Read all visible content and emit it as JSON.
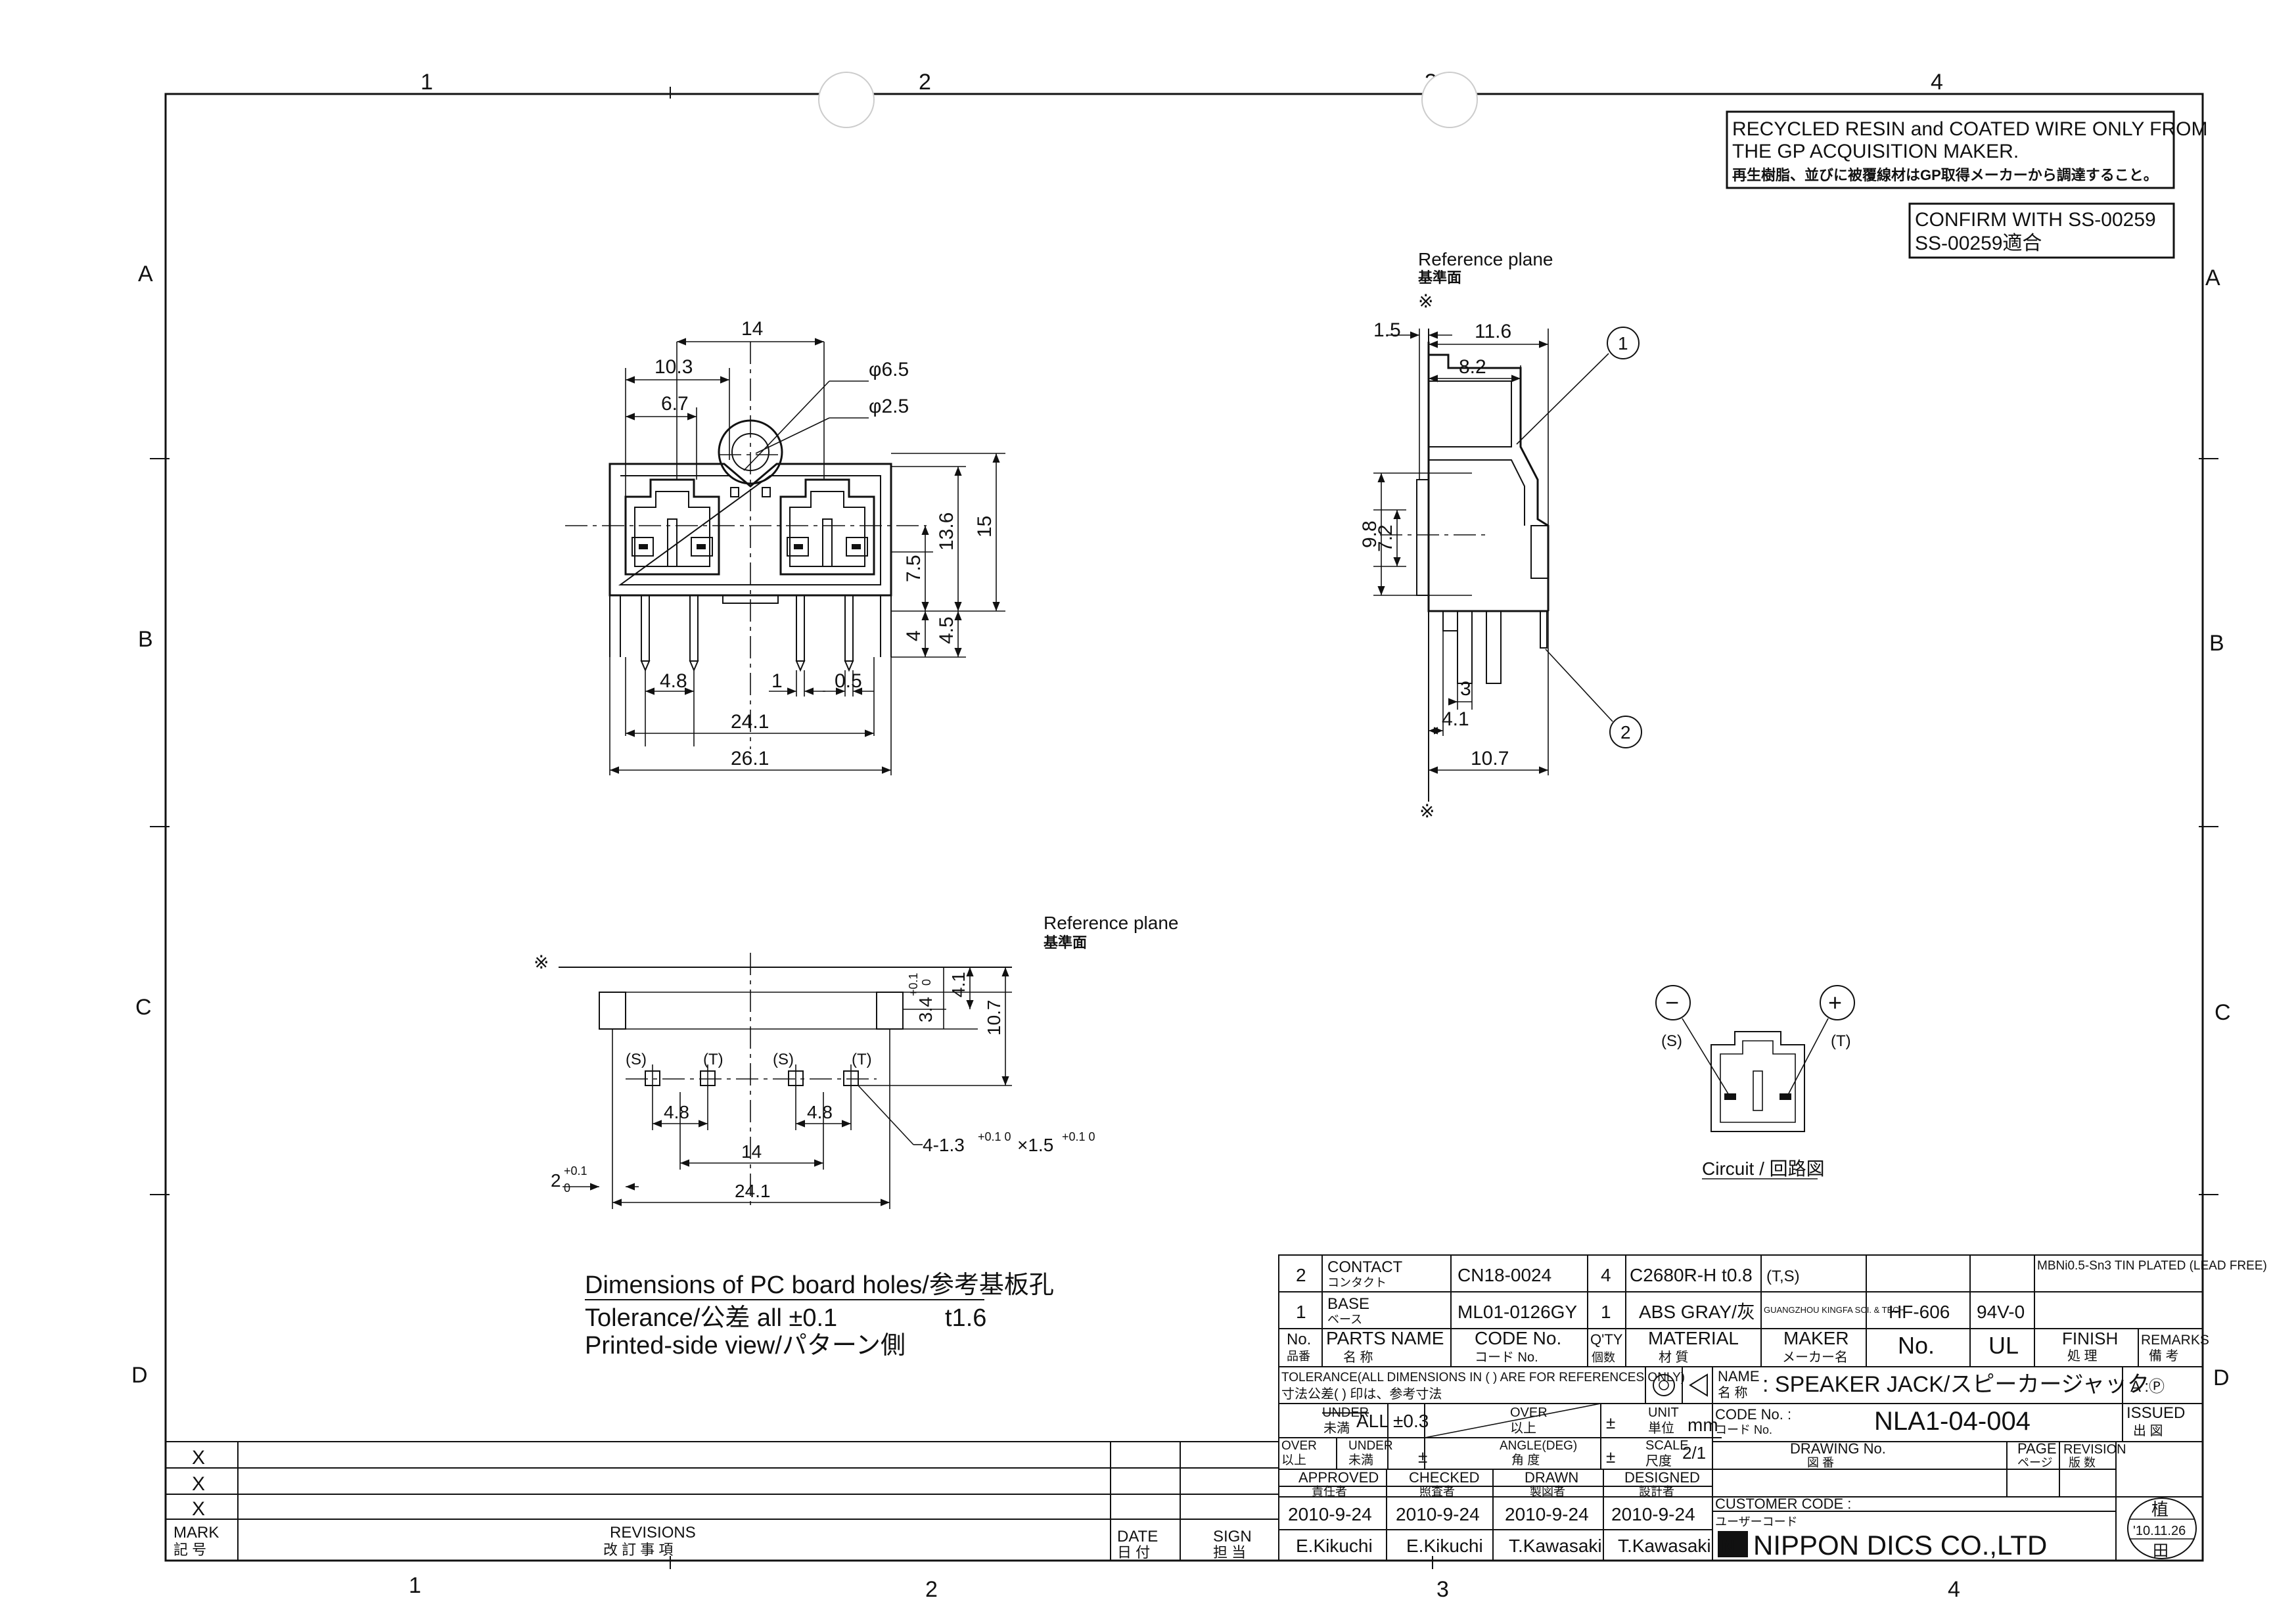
{
  "frame": {
    "zones_top": [
      "1",
      "2",
      "3",
      "4"
    ],
    "zones_bottom": [
      "1",
      "2",
      "3",
      "4"
    ],
    "zones_left": [
      "A",
      "B",
      "C",
      "D"
    ],
    "zones_right": [
      "A",
      "B",
      "C",
      "D"
    ]
  },
  "notes": {
    "recycled_line1": "RECYCLED RESIN and COATED WIRE ONLY FROM",
    "recycled_line2": "THE GP ACQUISITION MAKER.",
    "recycled_line3": "再生樹脂、並びに被覆線材はGP取得メーカーから調達すること。",
    "confirm_line1": "CONFIRM WITH SS-00259",
    "confirm_line2": "SS-00259適合"
  },
  "front_view": {
    "dims": {
      "d14": "14",
      "d10_3": "10.3",
      "d6_7": "6.7",
      "phi6_5": "φ6.5",
      "phi2_5": "φ2.5",
      "d15": "15",
      "d13_6": "13.6",
      "d7_5": "7.5",
      "d4_5": "4.5",
      "d4": "4",
      "d4_8": "4.8",
      "d1": "1",
      "d0_5": "0.5",
      "d24_1": "24.1",
      "d26_1": "26.1"
    }
  },
  "side_view": {
    "reference_plane": "Reference plane",
    "reference_plane_jp": "基準面",
    "mark": "※",
    "dims": {
      "d1_5": "1.5",
      "d11_6": "11.6",
      "d8_2": "8.2",
      "d9_8": "9.8",
      "d7_2": "7.2",
      "d3": "3",
      "d4_1": "4.1",
      "d10_7": "10.7"
    },
    "balloon1": "1",
    "balloon2": "2"
  },
  "pcb_view": {
    "reference_plane": "Reference plane",
    "reference_plane_jp": "基準面",
    "mark": "※",
    "dims": {
      "d3_4": "3.4",
      "d3_4_tol_up": "+0.1",
      "d3_4_tol_dn": "0",
      "d4_1": "4.1",
      "d10_7": "10.7",
      "d4_8a": "4.8",
      "d4_8b": "4.8",
      "d14": "14",
      "d24_1": "24.1",
      "d2": "2",
      "d2_tol_up": "+0.1",
      "d2_tol_dn": "0",
      "holes": "4-1.3",
      "holes_tol": "+0.1 0",
      "holes_b": "×1.5",
      "holes_b_tol": "+0.1 0"
    },
    "pin_labels": [
      "(S)",
      "(T)",
      "(S)",
      "(T)"
    ],
    "title": "Dimensions of PC board holes/参考基板孔",
    "tolerance": "Tolerance/公差 all ±0.1",
    "thickness": "t1.6",
    "printed_side": "Printed-side view/パターン側"
  },
  "circuit": {
    "minus": "−",
    "plus": "+",
    "s": "(S)",
    "t": "(T)",
    "label": "Circuit / 回路図"
  },
  "bom": {
    "rows": [
      {
        "no": "2",
        "part": "CONTACT",
        "part_jp": "コンタクト",
        "code": "CN18-0024",
        "qty": "4",
        "material": "C2680R-H t0.8",
        "maker": "(T,S)",
        "no2": "",
        "ul": "",
        "finish": "MBNi0.5-Sn3 TIN PLATED (LEAD FREE)"
      },
      {
        "no": "1",
        "part": "BASE",
        "part_jp": "ベース",
        "code": "ML01-0126GY",
        "qty": "1",
        "material": "ABS GRAY/灰",
        "maker": "GUANGZHOU KINGFA SCI. & TECH.",
        "no2": "HF-606",
        "ul": "94V-0",
        "finish": ""
      }
    ],
    "header": {
      "no": "No.",
      "no_jp": "品番",
      "part": "PARTS NAME",
      "part_jp": "名 称",
      "code": "CODE No.",
      "code_jp": "コード No.",
      "qty": "Q'TY",
      "qty_jp": "個数",
      "material": "MATERIAL",
      "material_jp": "材 質",
      "maker": "MAKER",
      "maker_jp": "メーカー名",
      "no2": "No.",
      "ul": "UL",
      "finish": "FINISH",
      "finish_jp": "処 理",
      "remarks": "REMARKS",
      "remarks_jp": "備 考"
    }
  },
  "title_block": {
    "tolerance_note": "TOLERANCE(ALL DIMENSIONS IN ( ) ARE FOR REFERENCES ONLY)",
    "tolerance_note_jp": "寸法公差( ) 印は、参考寸法",
    "under": "UNDER",
    "under_jp": "未満",
    "all": "ALL",
    "all_tol": "±0.3",
    "over": "OVER",
    "over_jp": "以上",
    "pm": "±",
    "over2": "OVER",
    "over2_jp": "以上",
    "under2": "UNDER",
    "under2_jp": "未満",
    "angle": "ANGLE(DEG)",
    "angle_jp": "角 度",
    "unit": "UNIT",
    "unit_jp": "単位",
    "unit_val": "mm",
    "scale": "SCALE",
    "scale_jp": "尺度",
    "scale_val": "2/1",
    "name_label": "NAME",
    "name_label_jp": "名 称",
    "name_value": ": SPEAKER JACK/スピーカージャック",
    "class_mark": "A :Ⓟ",
    "code_label": "CODE No. :",
    "code_label_jp": "コード No.",
    "code_value": "NLA1-04-004",
    "issued": "ISSUED",
    "issued_jp": "出 図",
    "drawing_no": "DRAWING No.",
    "drawing_no_jp": "図 番",
    "page": "PAGE",
    "page_jp": "ページ",
    "revision": "REVISION",
    "revision_jp": "版 数",
    "approved": "APPROVED",
    "approved_jp": "責任者",
    "checked": "CHECKED",
    "checked_jp": "照査者",
    "drawn": "DRAWN",
    "drawn_jp": "製図者",
    "designed": "DESIGNED",
    "designed_jp": "設計者",
    "dates": [
      "2010-9-24",
      "2010-9-24",
      "2010-9-24",
      "2010-9-24"
    ],
    "names": [
      "E.Kikuchi",
      "E.Kikuchi",
      "T.Kawasaki",
      "T.Kawasaki"
    ],
    "customer_code": "CUSTOMER CODE :",
    "customer_code_jp": "ユーザーコード",
    "company": "NIPPON DICS CO.,LTD",
    "stamp_top": "植",
    "stamp_date": "'10.11.26",
    "stamp_bottom": "田"
  },
  "revisions": {
    "marks": [
      "X",
      "X",
      "X"
    ],
    "mark_label": "MARK",
    "mark_label_jp": "記 号",
    "revisions_label": "REVISIONS",
    "revisions_label_jp": "改 訂 事 項",
    "date_label": "DATE",
    "date_label_jp": "日 付",
    "sign_label": "SIGN",
    "sign_label_jp": "担 当"
  }
}
